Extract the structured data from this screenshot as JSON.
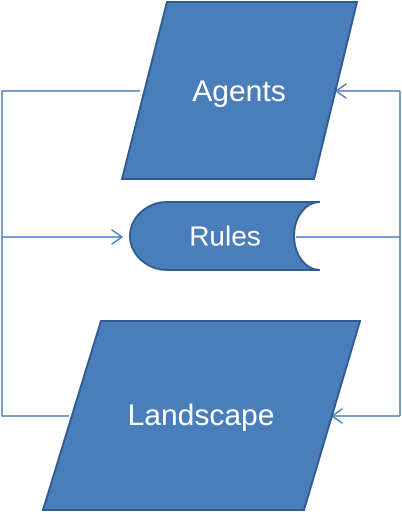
{
  "nodes": {
    "agents": {
      "label": "Agents"
    },
    "rules": {
      "label": "Rules"
    },
    "landscape": {
      "label": "Landscape"
    }
  },
  "colors": {
    "fill": "#4a7ebb",
    "stroke": "#2f5b91",
    "line": "#4a7ebb",
    "text": "#ffffff",
    "background": "#ffffff"
  }
}
